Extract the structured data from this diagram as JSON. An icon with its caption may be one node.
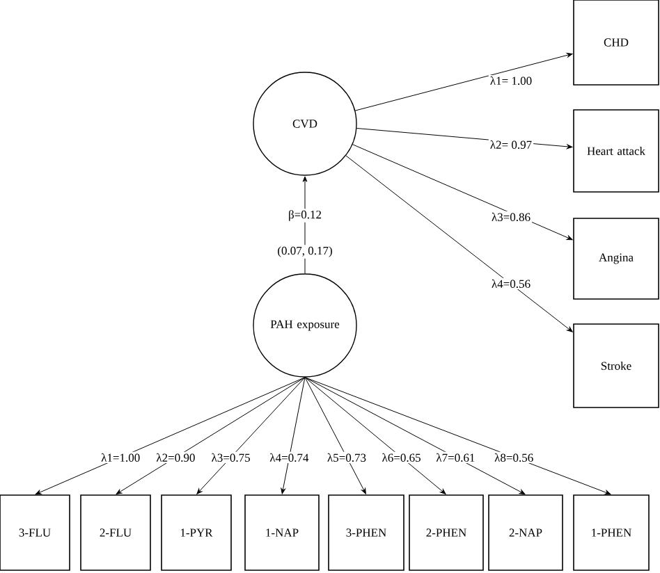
{
  "diagram": {
    "nodes": [
      {
        "text": [
          "CVD"
        ]
      },
      {
        "text": [
          "PAH exposure"
        ]
      },
      {
        "text": [
          "CHD"
        ]
      },
      {
        "text": [
          "Heart attack"
        ]
      },
      {
        "text": [
          "Angina"
        ]
      },
      {
        "text": [
          "Stroke"
        ]
      },
      {
        "text": [
          "3-FLU"
        ]
      },
      {
        "text": [
          "2-FLU"
        ]
      },
      {
        "text": [
          "1-PYR"
        ]
      },
      {
        "text": [
          "1-NAP"
        ]
      },
      {
        "text": [
          "3-PHEN"
        ]
      },
      {
        "text": [
          "2-PHEN"
        ]
      },
      {
        "text": [
          "2-NAP"
        ]
      },
      {
        "text": [
          "1-PHEN"
        ]
      }
    ],
    "edges": [
      {
        "from": 1,
        "to": 0,
        "arrow": "to",
        "label": "β=0.12"
      },
      {
        "from": 0,
        "to": 2,
        "arrow": "to",
        "label": "λ1= 1.00"
      },
      {
        "from": 0,
        "to": 3,
        "arrow": "to",
        "label": "λ2= 0.97"
      },
      {
        "from": 0,
        "to": 4,
        "arrow": "to",
        "label": "λ3=0.86"
      },
      {
        "from": 0,
        "to": 5,
        "arrow": "to",
        "label": "λ4=0.56"
      },
      {
        "from": 1,
        "to": 6,
        "arrow": "to",
        "label": "λ1=1.00"
      },
      {
        "from": 1,
        "to": 7,
        "arrow": "to",
        "label": "λ2=0.90"
      },
      {
        "from": 1,
        "to": 8,
        "arrow": "to",
        "label": "λ3=0.75"
      },
      {
        "from": 1,
        "to": 9,
        "arrow": "to",
        "label": "λ4=0.74"
      },
      {
        "from": 1,
        "to": 10,
        "arrow": "to",
        "label": "λ5=0.73"
      },
      {
        "from": 1,
        "to": 11,
        "arrow": "to",
        "label": "λ6=0.65"
      },
      {
        "from": 1,
        "to": 12,
        "arrow": "to",
        "label": "λ7=0.61"
      },
      {
        "from": 1,
        "to": 13,
        "arrow": "to",
        "label": "λ8=0.56"
      }
    ],
    "labels": [
      "(0.07, 0.17)"
    ]
  }
}
